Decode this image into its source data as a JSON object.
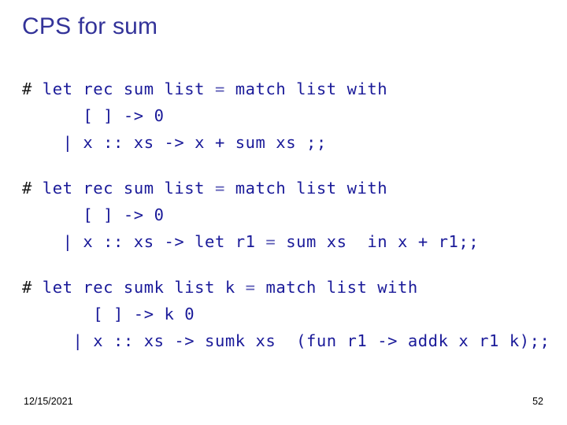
{
  "slide": {
    "title": "CPS for sum",
    "title_color": "#333399",
    "background_color": "#ffffff",
    "code_color": "#1a1a99",
    "prompt_color": "#1a1a1a",
    "eq_color": "#5a5ab5"
  },
  "code_blocks": [
    {
      "id": "sum-direct",
      "prompt": "# ",
      "lines": [
        {
          "prompt": "# ",
          "before_eq": "let rec sum list ",
          "eq": "=",
          "after_eq": " match list with"
        },
        {
          "prompt": "",
          "before_eq": "      [ ] -> 0",
          "eq": "",
          "after_eq": ""
        },
        {
          "prompt": "",
          "before_eq": "    | x :: xs -> x + sum xs ;;",
          "eq": "",
          "after_eq": ""
        }
      ]
    },
    {
      "id": "sum-let-bound",
      "prompt": "# ",
      "lines": [
        {
          "prompt": "# ",
          "before_eq": "let rec sum list ",
          "eq": "=",
          "after_eq": " match list with"
        },
        {
          "prompt": "",
          "before_eq": "      [ ] -> 0",
          "eq": "",
          "after_eq": ""
        },
        {
          "prompt": "",
          "before_eq": "    | x :: xs -> let r1 ",
          "eq": "=",
          "after_eq": " sum xs  in x + r1;;"
        }
      ]
    },
    {
      "id": "sumk-cps",
      "prompt": "# ",
      "lines": [
        {
          "prompt": "# ",
          "before_eq": "let rec sumk list k ",
          "eq": "=",
          "after_eq": " match list with"
        },
        {
          "prompt": "",
          "before_eq": "       [ ] -> k 0",
          "eq": "",
          "after_eq": ""
        },
        {
          "prompt": "",
          "before_eq": "     | x :: xs -> sumk xs  (fun r1 -> addk x r1 k);;",
          "eq": "",
          "after_eq": ""
        }
      ]
    }
  ],
  "footer": {
    "date": "12/15/2021",
    "page_number": "52"
  }
}
